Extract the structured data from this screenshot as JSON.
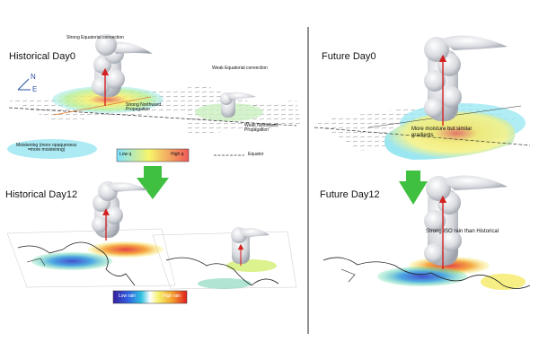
{
  "panels": {
    "historical_day0": {
      "title": "Historical Day0",
      "strong_convection": "Strong Equatorial convection",
      "weak_convection": "Weak Equatorial convection",
      "strong_propagation": "Strong Northward\nPropagation",
      "weak_propagation": "Weak Northward\nPropagation",
      "compass_n": "N",
      "compass_e": "E"
    },
    "future_day0": {
      "title": "Future Day0",
      "annotation": "More moisture but similar\ngradients"
    },
    "historical_day12": {
      "title": "Historical Day12"
    },
    "future_day12": {
      "title": "Future Day12",
      "annotation": "Strong ISO rain than Historical"
    }
  },
  "legends": {
    "moistening": "Moistening (more opaqueness\n=more moistening)",
    "low_q": "Low q",
    "high_q": "High q",
    "equator": "Equator",
    "low_rain": "Low rain",
    "high_rain": "High rain"
  },
  "colors": {
    "arrow_red": "#d42020",
    "arrow_green": "#3fc040",
    "moisture_cyan": "#9ee8f2",
    "divider": "#222222"
  }
}
